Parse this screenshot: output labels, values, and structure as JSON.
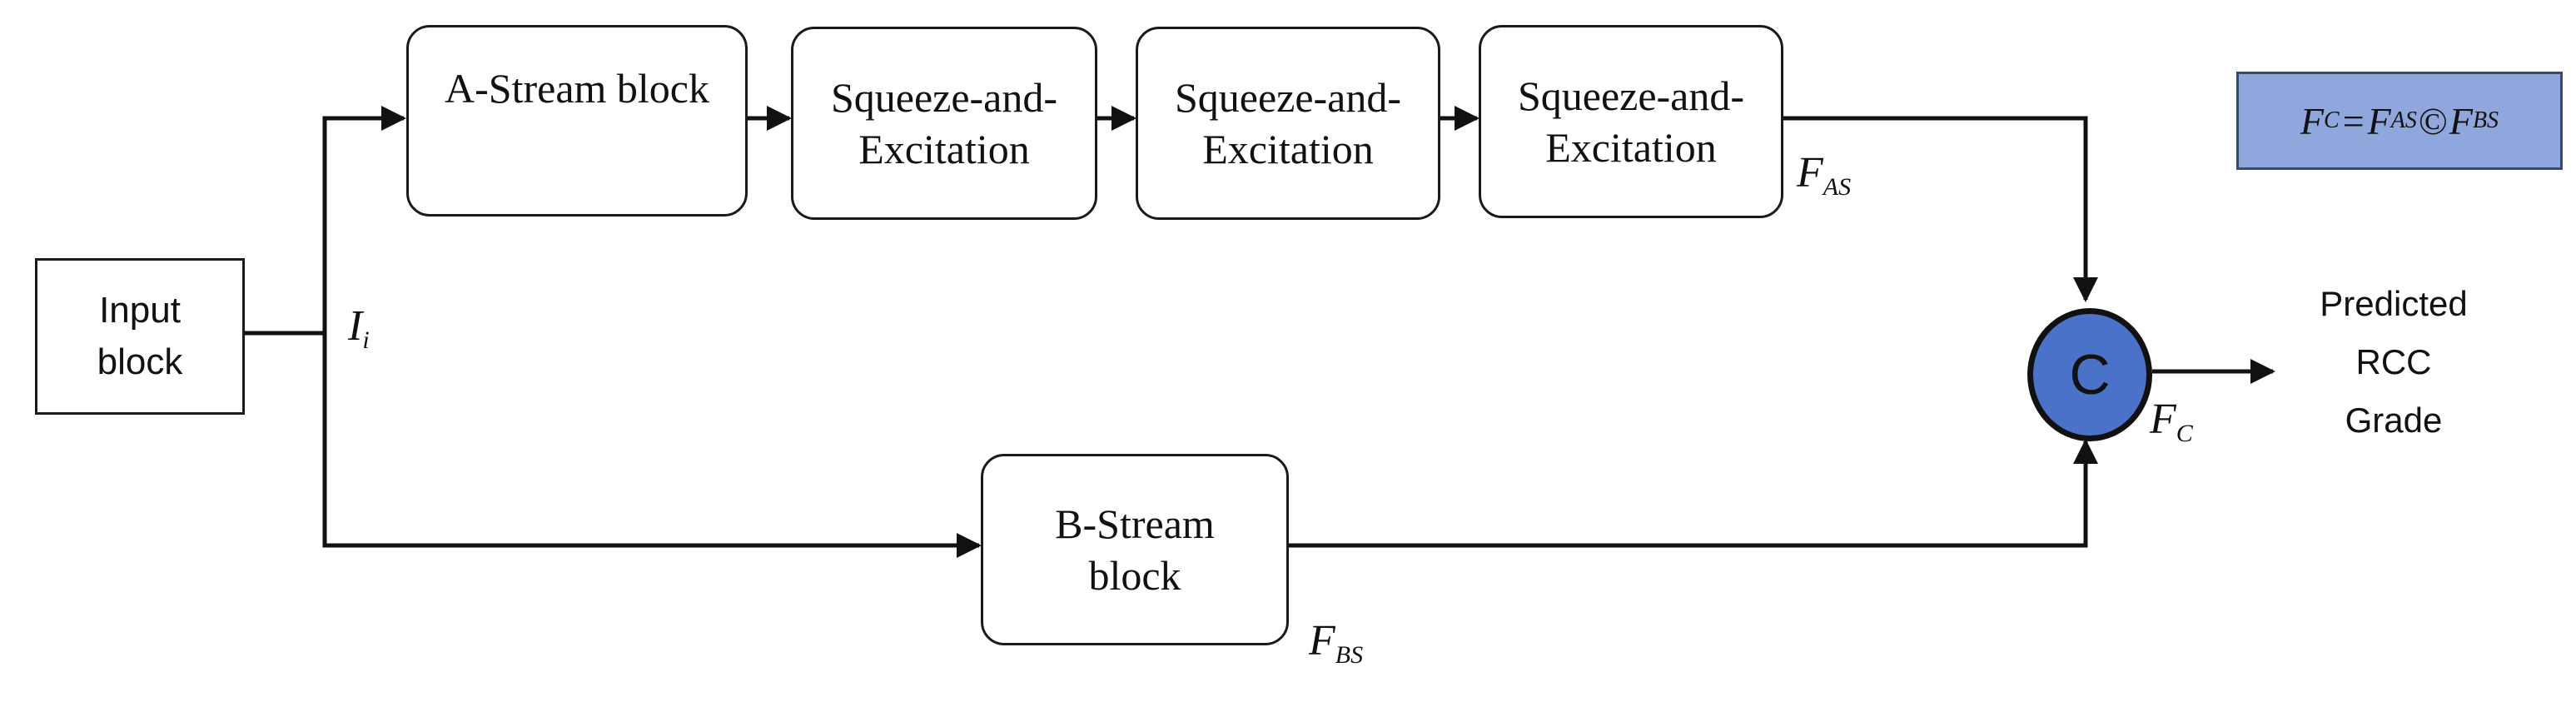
{
  "blocks": {
    "input": "Input\nblock",
    "a_stream": "A-Stream block",
    "se1": "Squeeze-and-\nExcitation",
    "se2": "Squeeze-and-\nExcitation",
    "se3": "Squeeze-and-\nExcitation",
    "b_stream": "B-Stream\nblock"
  },
  "labels": {
    "input_symbol": "I",
    "input_sub": "i",
    "fas_symbol": "F",
    "fas_sub": "AS",
    "fbs_symbol": "F",
    "fbs_sub": "BS",
    "fc_symbol": "F",
    "fc_sub": "C"
  },
  "concat_symbol": "C",
  "output_text": "Predicted\nRCC\nGrade",
  "formula": {
    "lhs": "F",
    "lhs_sub": "C",
    "eq": "=",
    "a": "F",
    "a_sub": "AS",
    "op": "©",
    "b": "F",
    "b_sub": "BS"
  },
  "colors": {
    "concat_fill": "#4a72c8",
    "formula_fill": "#8fa7dd",
    "line": "#111111"
  }
}
